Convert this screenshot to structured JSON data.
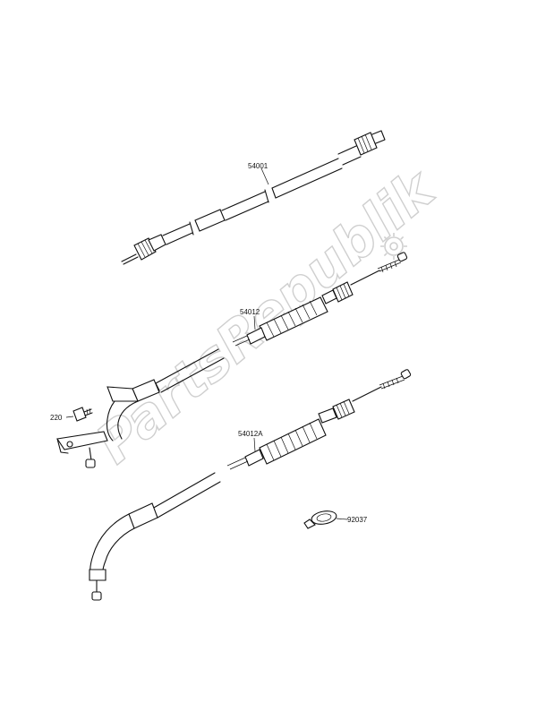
{
  "watermark": {
    "text": "PartsRepublik"
  },
  "parts": [
    {
      "id": "speedo-cable",
      "label": "54001"
    },
    {
      "id": "throttle-cable-1",
      "label": "54012"
    },
    {
      "id": "bolt",
      "label": "220"
    },
    {
      "id": "throttle-cable-2",
      "label": "54012A"
    },
    {
      "id": "clamp",
      "label": "92037"
    }
  ]
}
